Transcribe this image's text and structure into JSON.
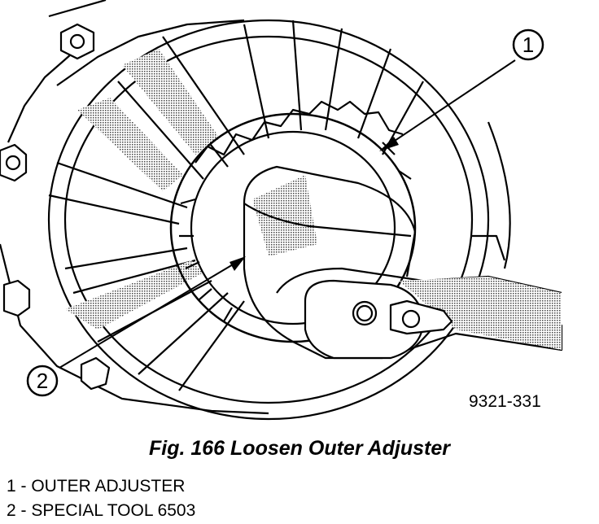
{
  "callouts": [
    {
      "number": "1"
    },
    {
      "number": "2"
    }
  ],
  "drawing_code": "9321-331",
  "caption": "Fig. 166 Loosen Outer Adjuster",
  "legend": [
    {
      "text": "1 - OUTER ADJUSTER"
    },
    {
      "text": "2 - SPECIAL TOOL 6503"
    }
  ],
  "colors": {
    "ink": "#000000",
    "paper": "#ffffff",
    "shade": "#bdbdbd"
  }
}
